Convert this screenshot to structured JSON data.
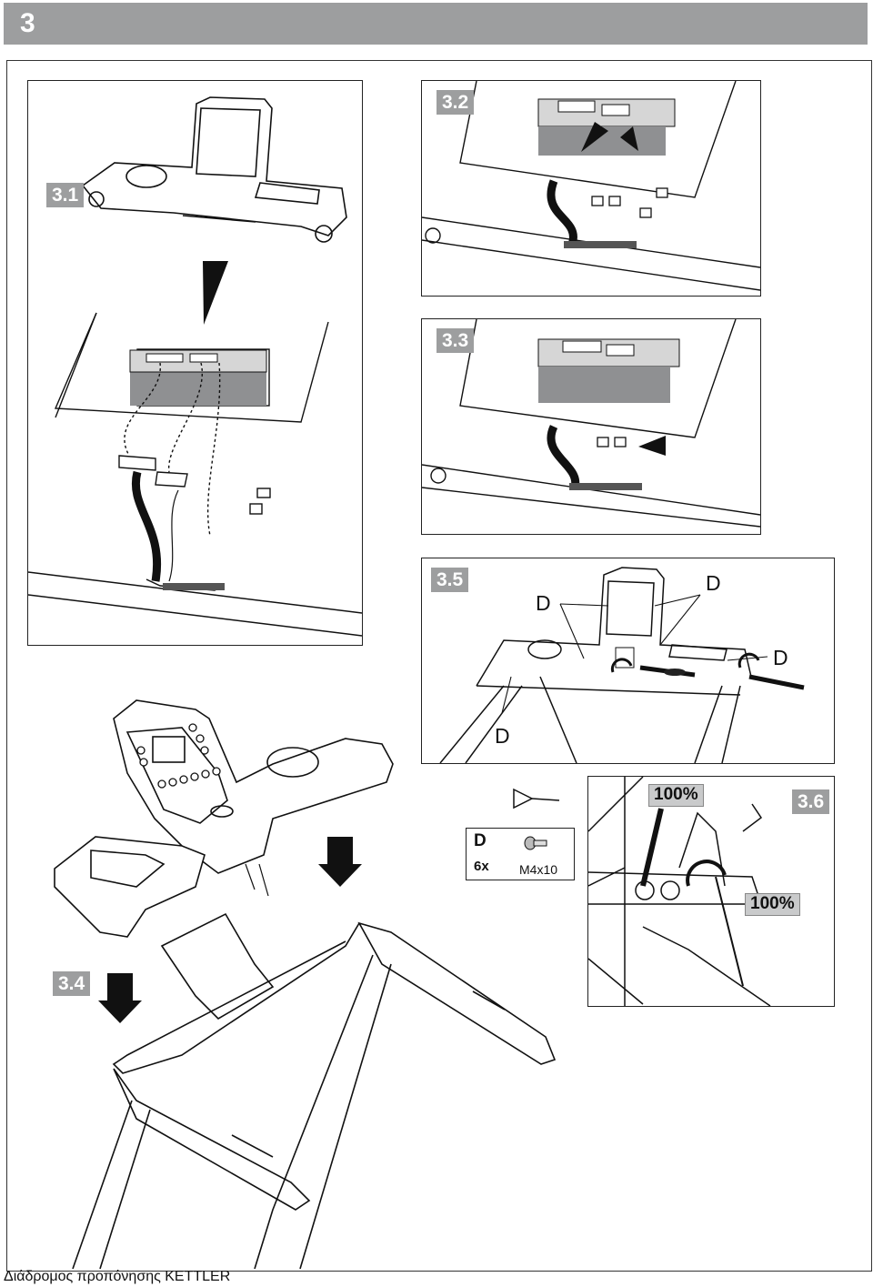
{
  "header": {
    "section_number": "3"
  },
  "steps": {
    "s31": "3.1",
    "s32": "3.2",
    "s33": "3.3",
    "s34": "3.4",
    "s35": "3.5",
    "s36": "3.6"
  },
  "screw_labels": {
    "d": "D"
  },
  "torque": {
    "percent_1": "100%",
    "percent_2": "100%"
  },
  "parts": {
    "letter": "D",
    "quantity": "6x",
    "size": "M4x10"
  },
  "footer": {
    "text": "Διάδρομος προπόνησης KETTLER"
  },
  "colors": {
    "tag_grey": "#9d9e9f",
    "pct_grey": "#c9cacb"
  }
}
